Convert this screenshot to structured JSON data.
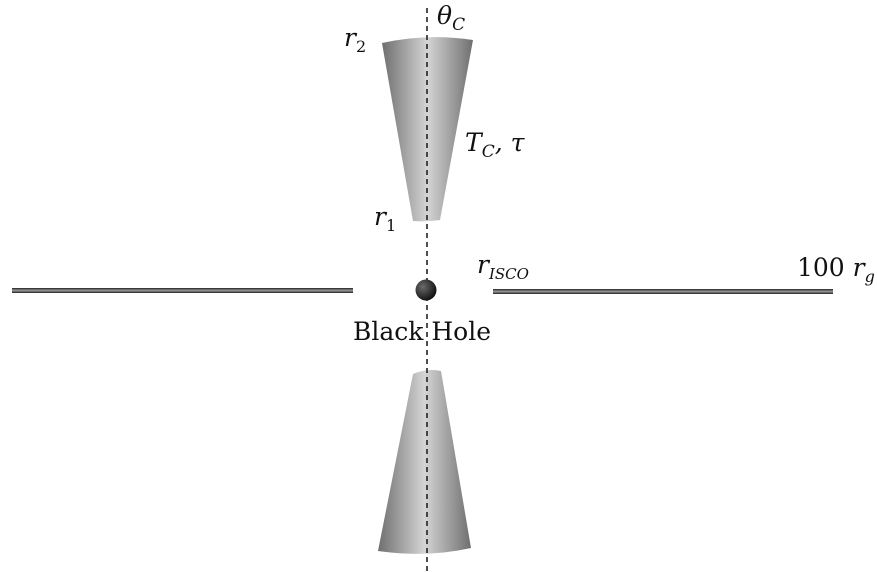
{
  "labels": {
    "r2": {
      "main": "r",
      "sub": "2"
    },
    "theta_c": {
      "main": "θ",
      "sub": "C"
    },
    "tc_tau": {
      "main": "T",
      "sub": "C",
      "rest": ", τ"
    },
    "r1": {
      "main": "r",
      "sub": "1"
    },
    "r_isco": {
      "main": "r",
      "sub": "ISCO"
    },
    "outer_radius": {
      "num": "100 ",
      "main": "r",
      "sub": "g"
    },
    "black_hole": "Black Hole"
  },
  "colors": {
    "cone_light": "#d2d2d2",
    "cone_dark": "#6f6f6f",
    "disk": "#3a3a3a",
    "black_hole": "#151515",
    "axis": "#222222"
  }
}
